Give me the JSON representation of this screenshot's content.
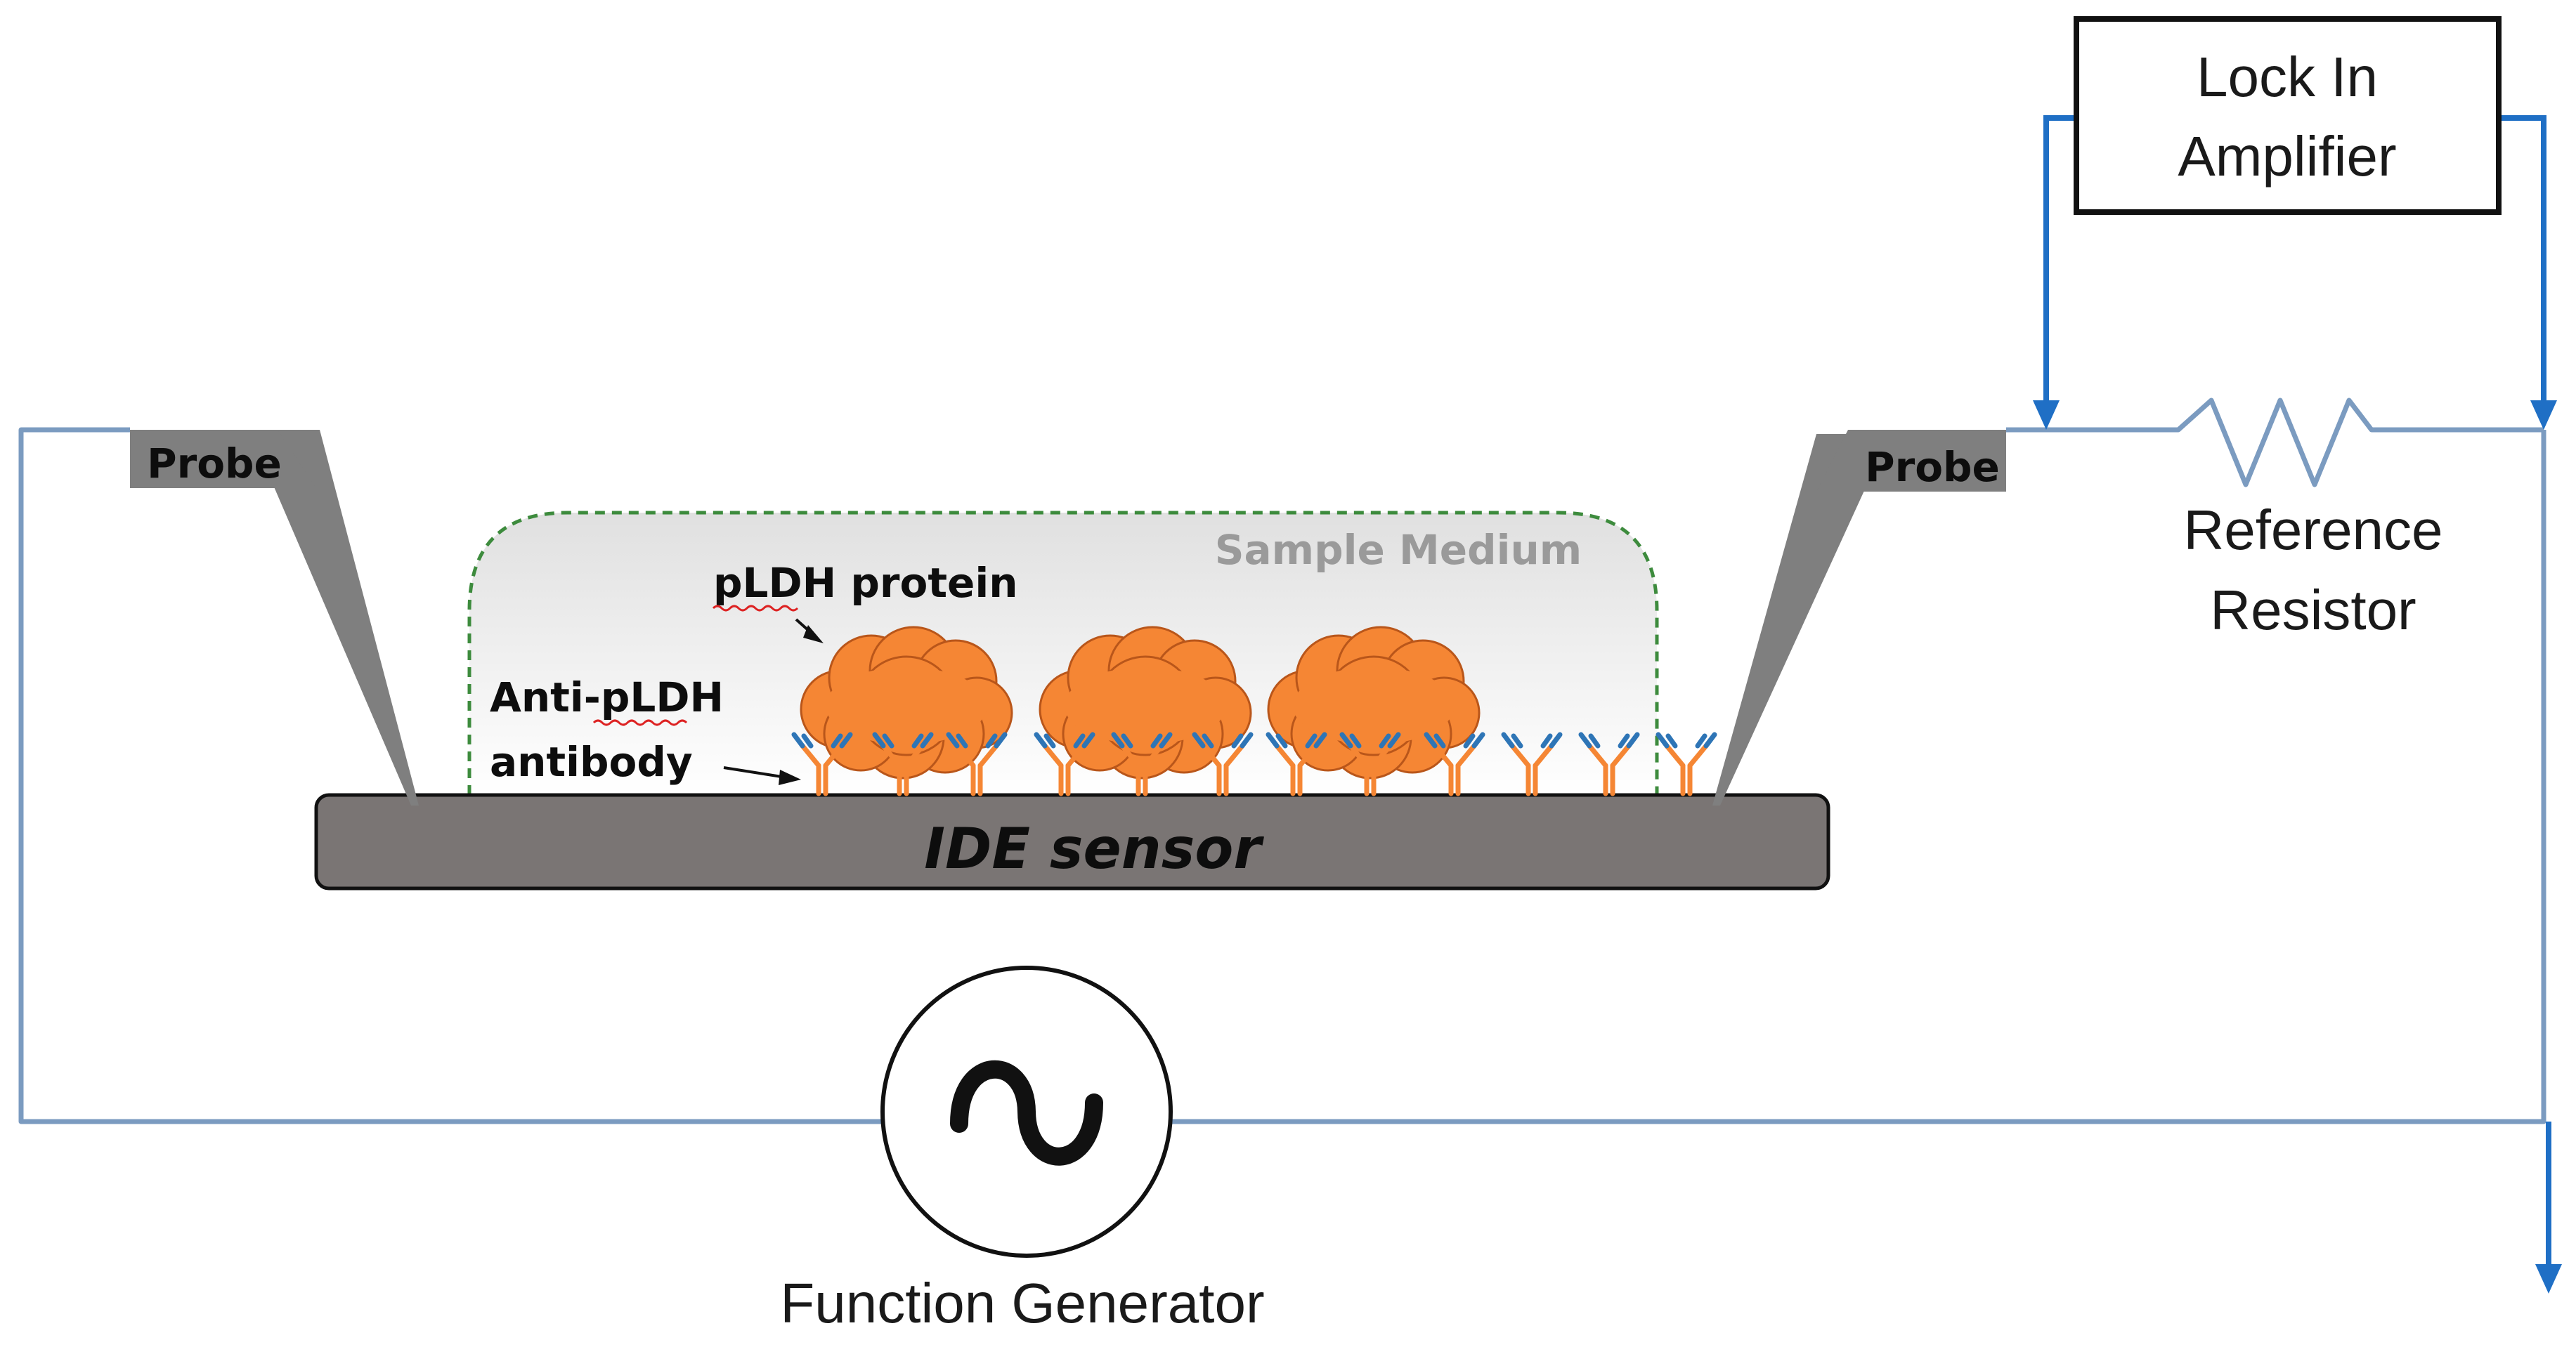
{
  "labels": {
    "lock_in_line1": "Lock In",
    "lock_in_line2": "Amplifier",
    "probe_left": "Probe",
    "probe_right": "Probe",
    "sample_medium": "Sample Medium",
    "pldh_protein": "pLDH protein",
    "antibody_line1": "Anti-pLDH",
    "antibody_line2": "antibody",
    "ide_sensor": "IDE sensor",
    "reference_line1": "Reference",
    "reference_line2": "Resistor",
    "function_generator": "Function Generator",
    "sine_symbol": "∿"
  },
  "colors": {
    "wire": "#7B9BC0",
    "signal_arrow": "#1F6FC5",
    "sensor_fill": "#7A7574",
    "probe_fill": "#7F7F7F",
    "sample_border": "#3D8B3D",
    "sample_fill_top": "#E2E2E2",
    "protein_fill": "#F58634",
    "protein_stroke": "#B9561A",
    "antibody_orange": "#F58634",
    "antibody_blue": "#2E75B6",
    "text": "#1A1A1A",
    "sample_label": "#9A9A9A"
  },
  "elements": {
    "protein_count": 3,
    "antibody_count": 12
  }
}
